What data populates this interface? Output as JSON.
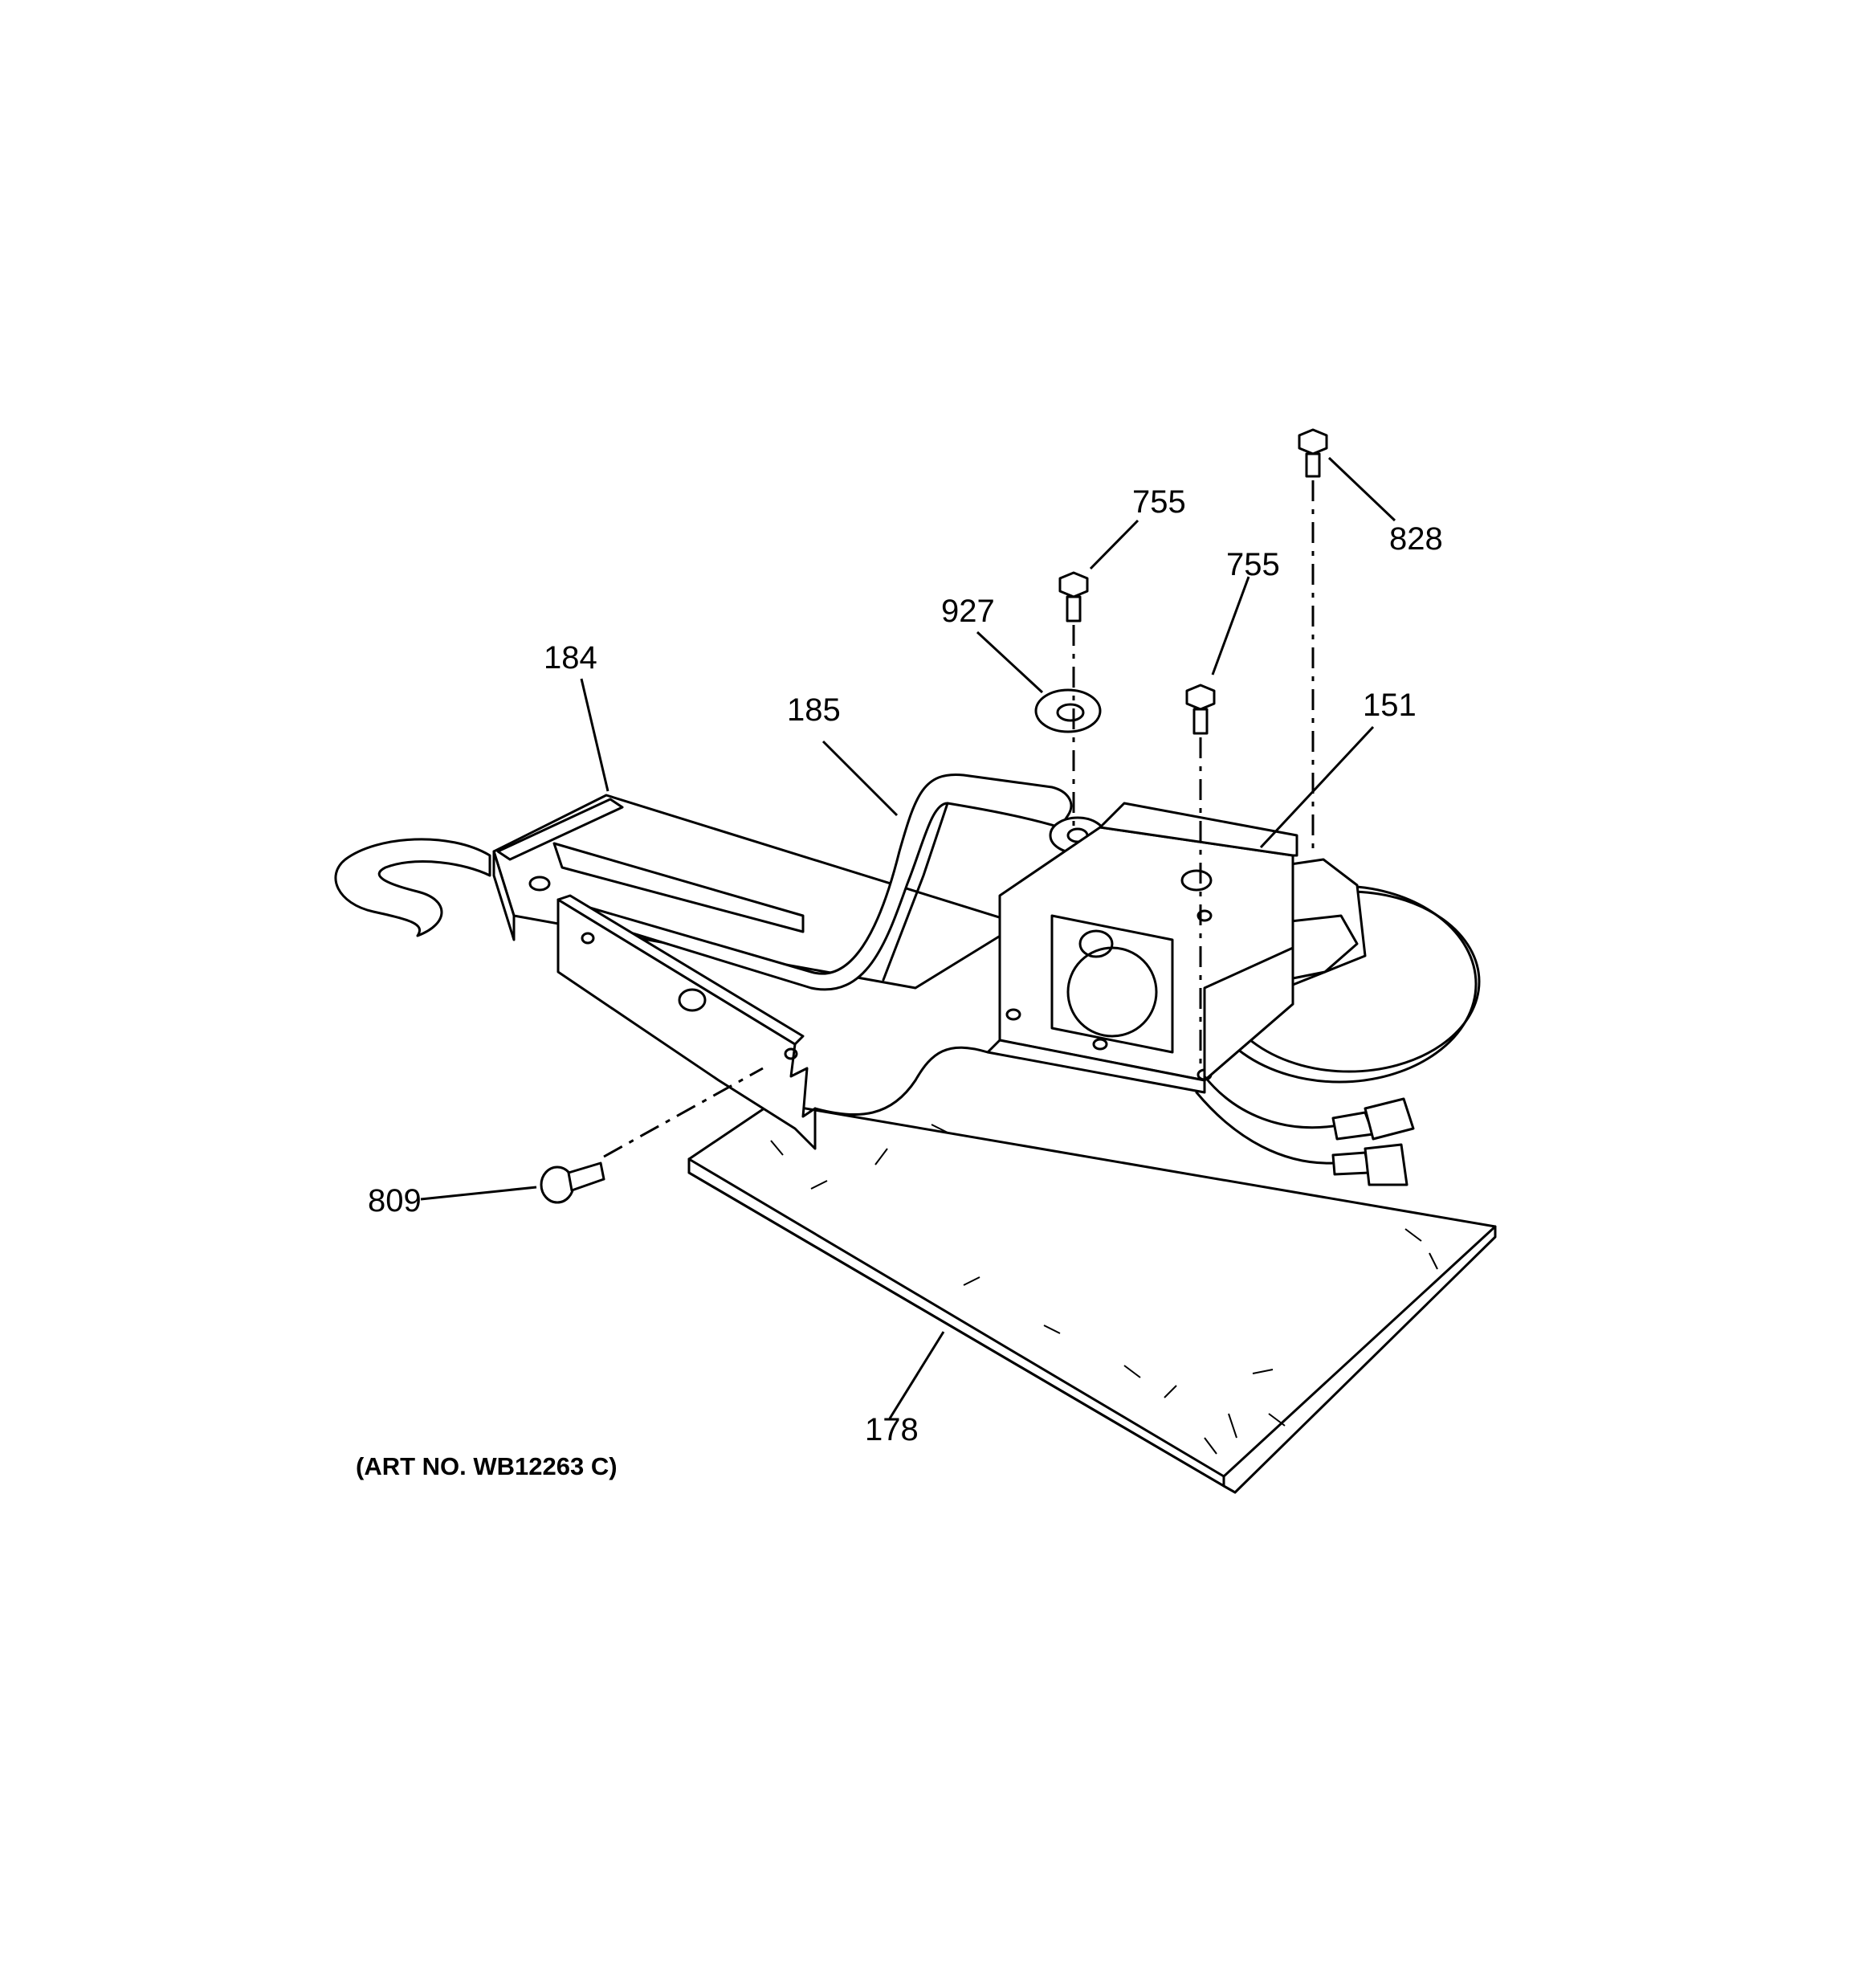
{
  "callouts": {
    "c828": "828",
    "c755a": "755",
    "c755b": "755",
    "c927": "927",
    "c184": "184",
    "c185": "185",
    "c151": "151",
    "c809": "809",
    "c178": "178"
  },
  "art_number": "(ART NO. WB12263 C)"
}
